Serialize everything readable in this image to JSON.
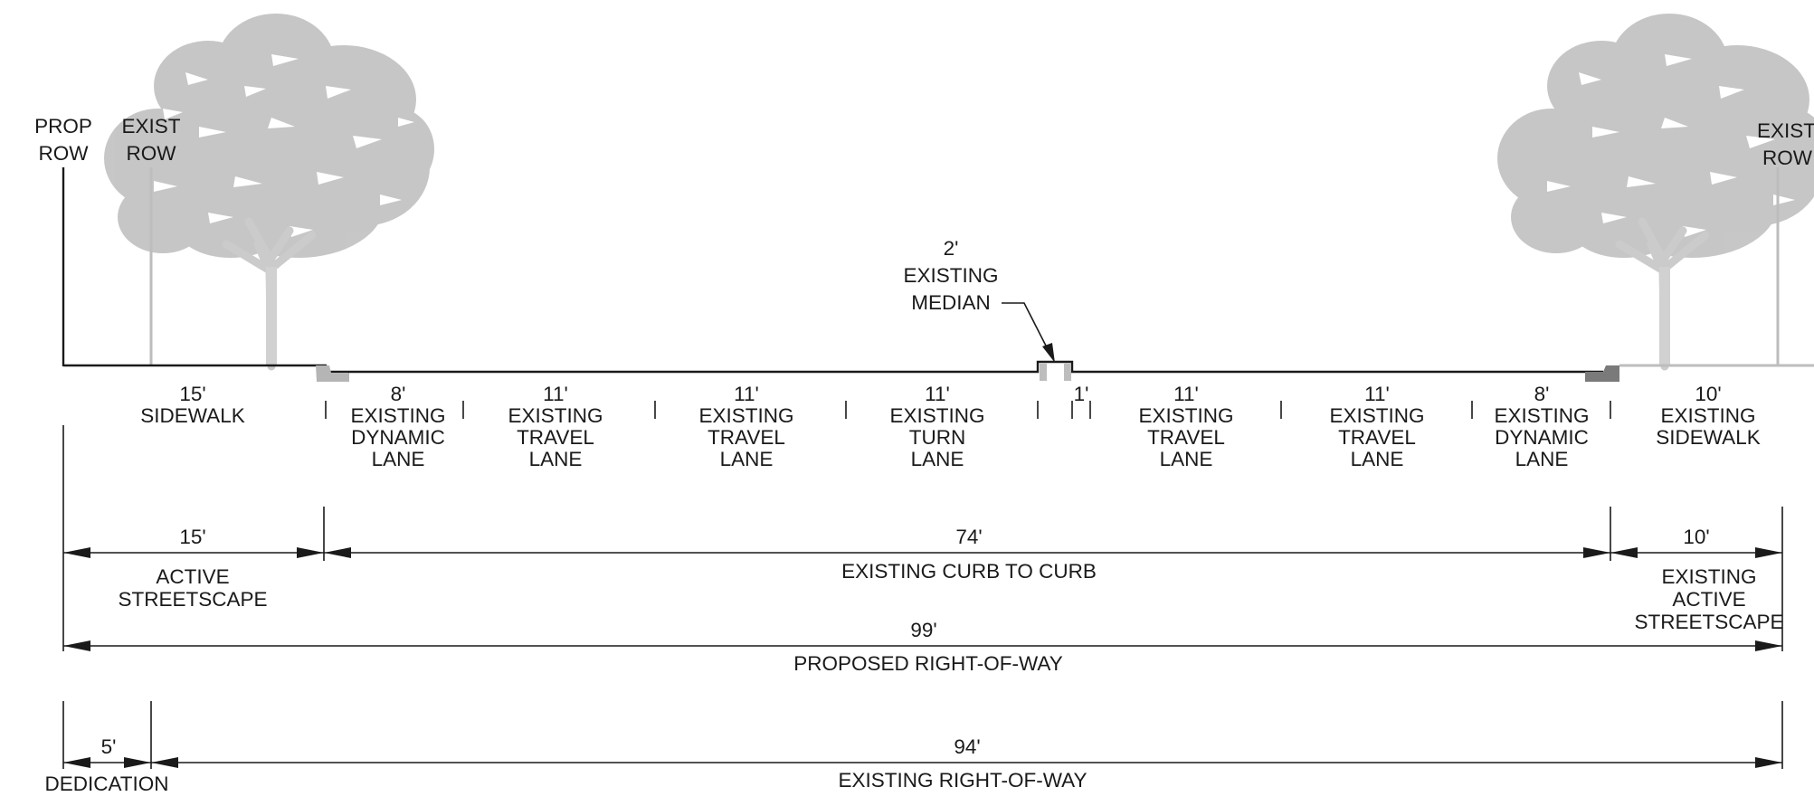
{
  "row_labels": {
    "prop_row": [
      "PROP",
      "ROW"
    ],
    "exist_row_left": [
      "EXIST",
      "ROW"
    ],
    "exist_row_right": [
      "EXIST",
      "ROW"
    ]
  },
  "median_label": [
    "2'",
    "EXISTING",
    "MEDIAN"
  ],
  "segments": {
    "sidewalk_left": [
      "15'",
      "SIDEWALK"
    ],
    "dynamic_lane_left": [
      "8'",
      "EXISTING",
      "DYNAMIC",
      "LANE"
    ],
    "travel_lane_1": [
      "11'",
      "EXISTING",
      "TRAVEL",
      "LANE"
    ],
    "travel_lane_2": [
      "11'",
      "EXISTING",
      "TRAVEL",
      "LANE"
    ],
    "turn_lane": [
      "11'",
      "EXISTING",
      "TURN",
      "LANE"
    ],
    "median_gap": [
      "1'"
    ],
    "travel_lane_3": [
      "11'",
      "EXISTING",
      "TRAVEL",
      "LANE"
    ],
    "travel_lane_4": [
      "11'",
      "EXISTING",
      "TRAVEL",
      "LANE"
    ],
    "dynamic_lane_right": [
      "8'",
      "EXISTING",
      "DYNAMIC",
      "LANE"
    ],
    "sidewalk_right": [
      "10'",
      "EXISTING",
      "SIDEWALK"
    ]
  },
  "dimensions": {
    "active_streetscape": [
      "15'",
      "ACTIVE",
      "STREETSCAPE"
    ],
    "curb_to_curb": [
      "74'",
      "EXISTING CURB TO CURB"
    ],
    "existing_active_streetscape": [
      "10'",
      "EXISTING",
      "ACTIVE",
      "STREETSCAPE"
    ],
    "proposed_row": [
      "99'",
      "PROPOSED RIGHT-OF-WAY"
    ],
    "dedication": [
      "5'",
      "DEDICATION"
    ],
    "existing_row": [
      "94'",
      "EXISTING RIGHT-OF-WAY"
    ]
  },
  "colors": {
    "line": "#1a1a1a",
    "tree": "#c4c4c4",
    "trunk": "#cfcfcf",
    "curb_left": "#b5b5b5",
    "curb_right": "#7a7a7a"
  },
  "icons": [
    "tree-left-icon",
    "tree-right-icon",
    "dimension-arrow-icon"
  ]
}
